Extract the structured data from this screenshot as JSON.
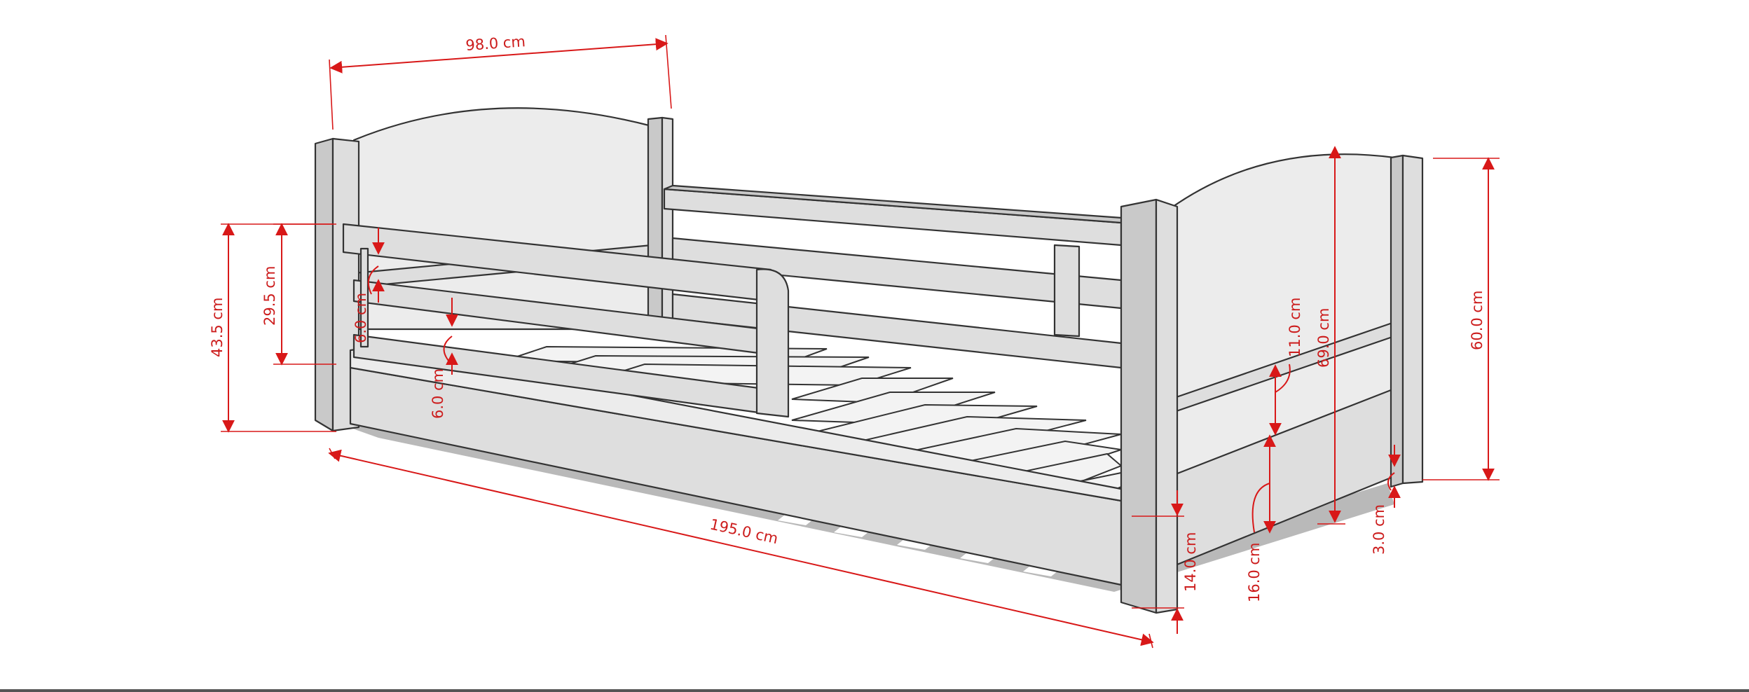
{
  "dimensions": {
    "width": "98.0 cm",
    "length": "195.0 cm",
    "rail_height_total": "43.5 cm",
    "rail_height_inner": "29.5 cm",
    "rail_gap_upper": "6.0 cm",
    "rail_gap_lower": "6.0 cm",
    "footboard_panel_gap": "11.0 cm",
    "headboard_height": "69.0 cm",
    "footboard_height": "60.0 cm",
    "drawer_height": "16.0 cm",
    "side_frame_height": "14.0 cm",
    "floor_clearance": "3.0 cm"
  },
  "colors": {
    "wood": "#dedede",
    "dimension_lines": "#d81818",
    "outline": "#333333"
  }
}
